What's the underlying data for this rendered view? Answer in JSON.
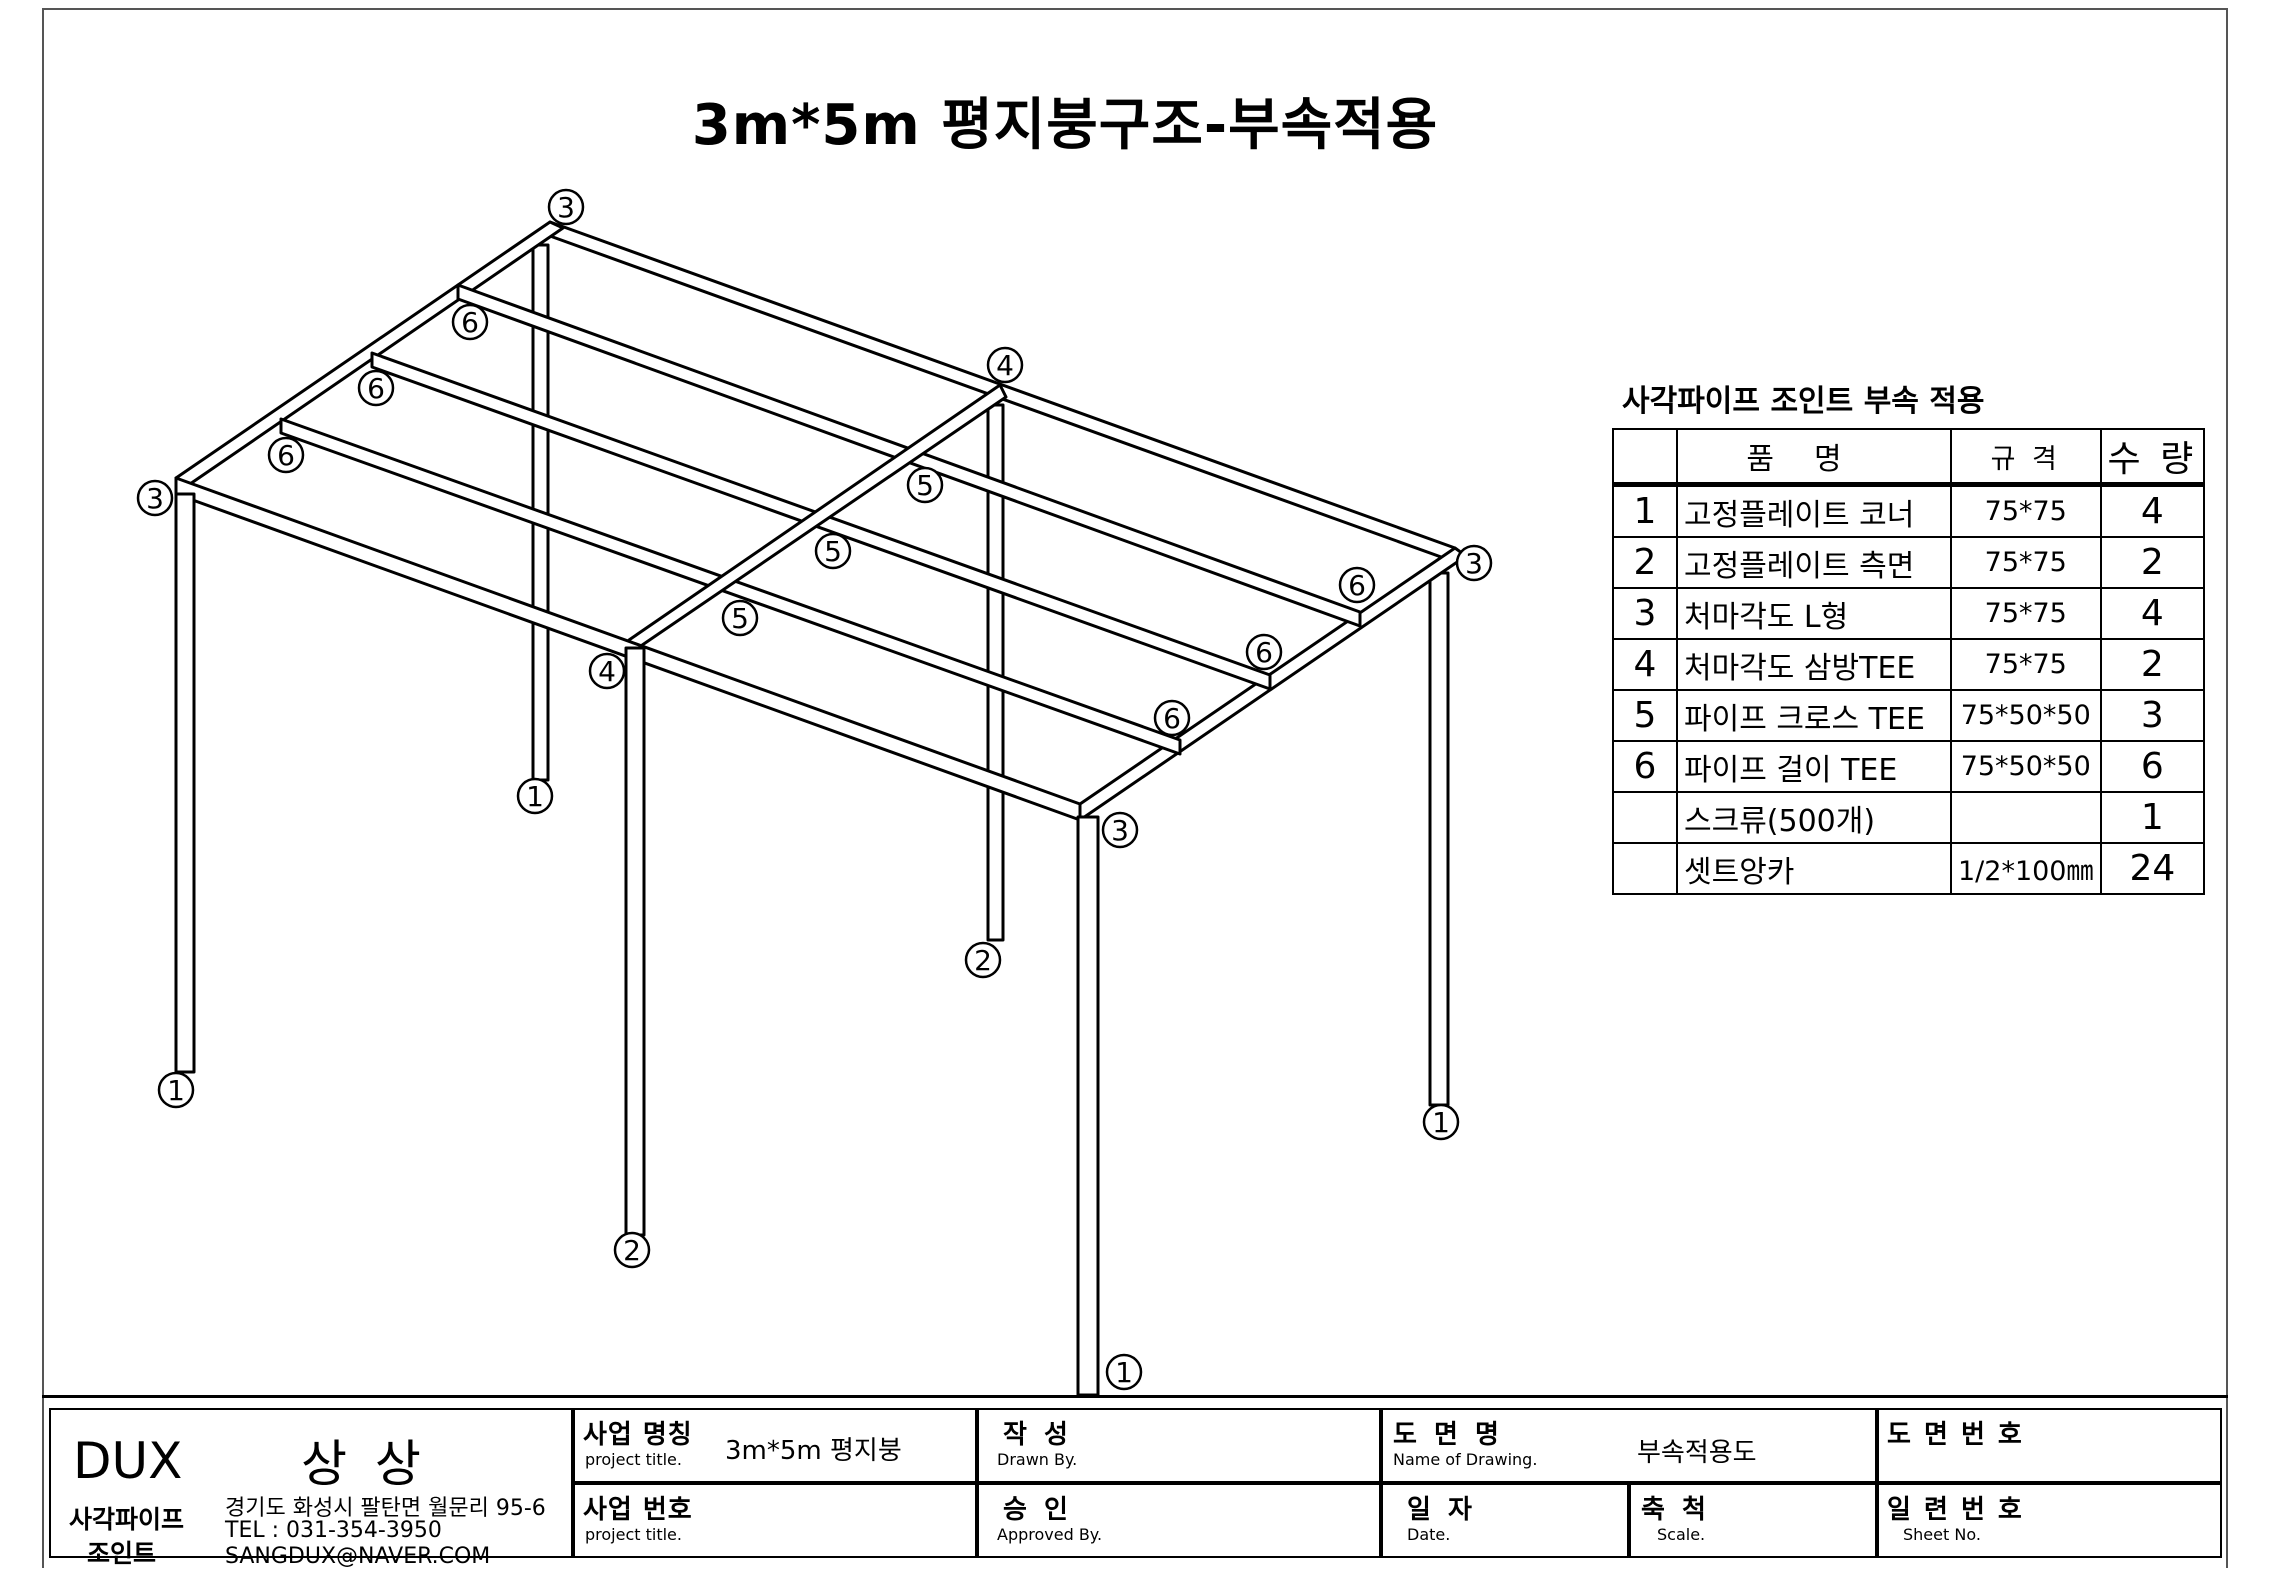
{
  "title": "3m*5m  평지붕구조-부속적용",
  "callouts": {
    "c1": "1",
    "c2": "2",
    "c3": "3",
    "c4": "4",
    "c5": "5",
    "c6": "6"
  },
  "bom": {
    "title": "사각파이프 조인트 부속 적용",
    "headers": {
      "name": "품명",
      "spec": "규 격",
      "qty": "수 량"
    },
    "rows": [
      {
        "no": "1",
        "name": "고정플레이트 코너",
        "spec": "75*75",
        "qty": "4"
      },
      {
        "no": "2",
        "name": "고정플레이트 측면",
        "spec": "75*75",
        "qty": "2"
      },
      {
        "no": "3",
        "name": "처마각도 L형",
        "spec": "75*75",
        "qty": "4"
      },
      {
        "no": "4",
        "name": "처마각도 삼방TEE",
        "spec": "75*75",
        "qty": "2"
      },
      {
        "no": "5",
        "name": "파이프 크로스 TEE",
        "spec": "75*50*50",
        "qty": "3"
      },
      {
        "no": "6",
        "name": "파이프 걸이 TEE",
        "spec": "75*50*50",
        "qty": "6"
      },
      {
        "no": "",
        "name": "스크류(500개)",
        "spec": "",
        "qty": "1"
      },
      {
        "no": "",
        "name": "셋트앙카",
        "spec": "1/2*100㎜",
        "qty": "24"
      }
    ]
  },
  "titleblock": {
    "brand": "DUX",
    "company": "상 상",
    "tagline1": "사각파이프",
    "tagline2": "조인트",
    "address": "경기도 화성시 팔탄면 월문리 95-6",
    "tel": "TEL : 031-354-3950",
    "email": "SANGDUX@NAVER.COM",
    "project_name_label": "사업 명칭",
    "project_name_sub": "project title.",
    "project_name_value": "3m*5m  평지붕",
    "project_no_label": "사업 번호",
    "project_no_sub": "project title.",
    "drawn_label": "작    성",
    "drawn_sub": "Drawn By.",
    "approved_label": "승    인",
    "approved_sub": "Approved By.",
    "drawing_name_label": "도  면  명",
    "drawing_name_sub": "Name of Drawing.",
    "drawing_name_value": "부속적용도",
    "date_label": "일  자",
    "date_sub": "Date.",
    "scale_label": "축  척",
    "scale_sub": "Scale.",
    "drawing_no_label": "도 면 번 호",
    "sheet_no_label": "일 련 번 호",
    "sheet_no_sub": "Sheet No."
  }
}
